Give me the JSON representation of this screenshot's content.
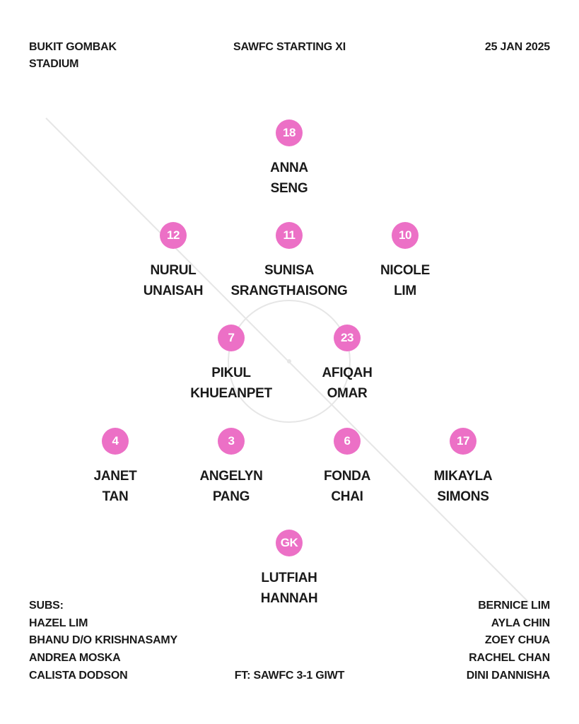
{
  "header": {
    "venue_line1": "BUKIT GOMBAK",
    "venue_line2": "STADIUM",
    "title": "SAWFC STARTING XI",
    "date": "25 JAN 2025"
  },
  "colors": {
    "badge": "#ec70c6",
    "text": "#1a1a1a",
    "pitch_lines": "#e6e6e6"
  },
  "players": [
    {
      "number": "18",
      "first": "ANNA",
      "last": "SENG"
    },
    {
      "number": "12",
      "first": "NURUL",
      "last": "UNAISAH"
    },
    {
      "number": "11",
      "first": "SUNISA",
      "last": "SRANGTHAISONG"
    },
    {
      "number": "10",
      "first": "NICOLE",
      "last": "LIM"
    },
    {
      "number": "7",
      "first": "PIKUL",
      "last": "KHUEANPET"
    },
    {
      "number": "23",
      "first": "AFIQAH",
      "last": "OMAR"
    },
    {
      "number": "4",
      "first": "JANET",
      "last": "TAN"
    },
    {
      "number": "3",
      "first": "ANGELYN",
      "last": "PANG"
    },
    {
      "number": "6",
      "first": "FONDA",
      "last": "CHAI"
    },
    {
      "number": "17",
      "first": "MIKAYLA",
      "last": "SIMONS"
    },
    {
      "number": "GK",
      "first": "LUTFIAH",
      "last": "HANNAH"
    }
  ],
  "subs": {
    "label": "SUBS:",
    "left": [
      "HAZEL LIM",
      "BHANU D/O KRISHNASAMY",
      "ANDREA MOSKA",
      "CALISTA DODSON"
    ],
    "right": [
      "BERNICE LIM",
      "AYLA CHIN",
      "ZOEY CHUA",
      "RACHEL CHAN",
      "DINI DANNISHA"
    ]
  },
  "result": "FT: SAWFC 3-1 GIWT"
}
